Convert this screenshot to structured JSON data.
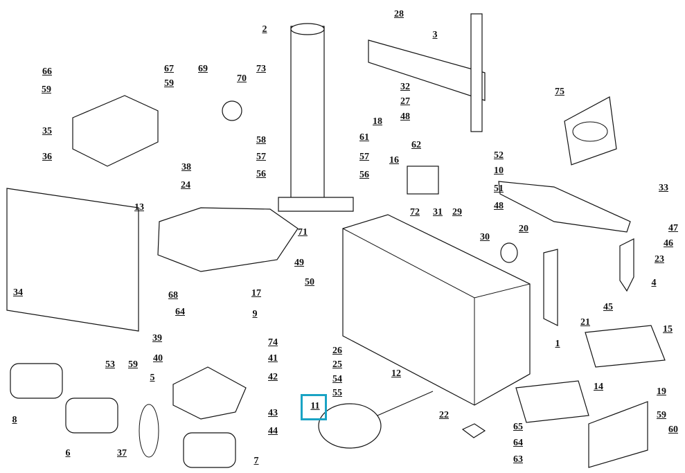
{
  "highlight": {
    "label": "11",
    "color": "#1aa3c4"
  },
  "callouts": [
    "66",
    "59",
    "35",
    "36",
    "67",
    "59",
    "69",
    "70",
    "73",
    "2",
    "28",
    "3",
    "32",
    "27",
    "48",
    "18",
    "75",
    "38",
    "24",
    "58",
    "57",
    "56",
    "61",
    "57",
    "56",
    "62",
    "16",
    "52",
    "10",
    "33",
    "51",
    "48",
    "13",
    "72",
    "31",
    "29",
    "20",
    "30",
    "47",
    "46",
    "23",
    "71",
    "49",
    "50",
    "4",
    "34",
    "68",
    "64",
    "17",
    "9",
    "45",
    "21",
    "1",
    "15",
    "39",
    "74",
    "53",
    "59",
    "40",
    "41",
    "26",
    "25",
    "54",
    "55",
    "12",
    "5",
    "42",
    "14",
    "19",
    "8",
    "6",
    "37",
    "43",
    "44",
    "22",
    "59",
    "60",
    "65",
    "64",
    "63",
    "7"
  ]
}
